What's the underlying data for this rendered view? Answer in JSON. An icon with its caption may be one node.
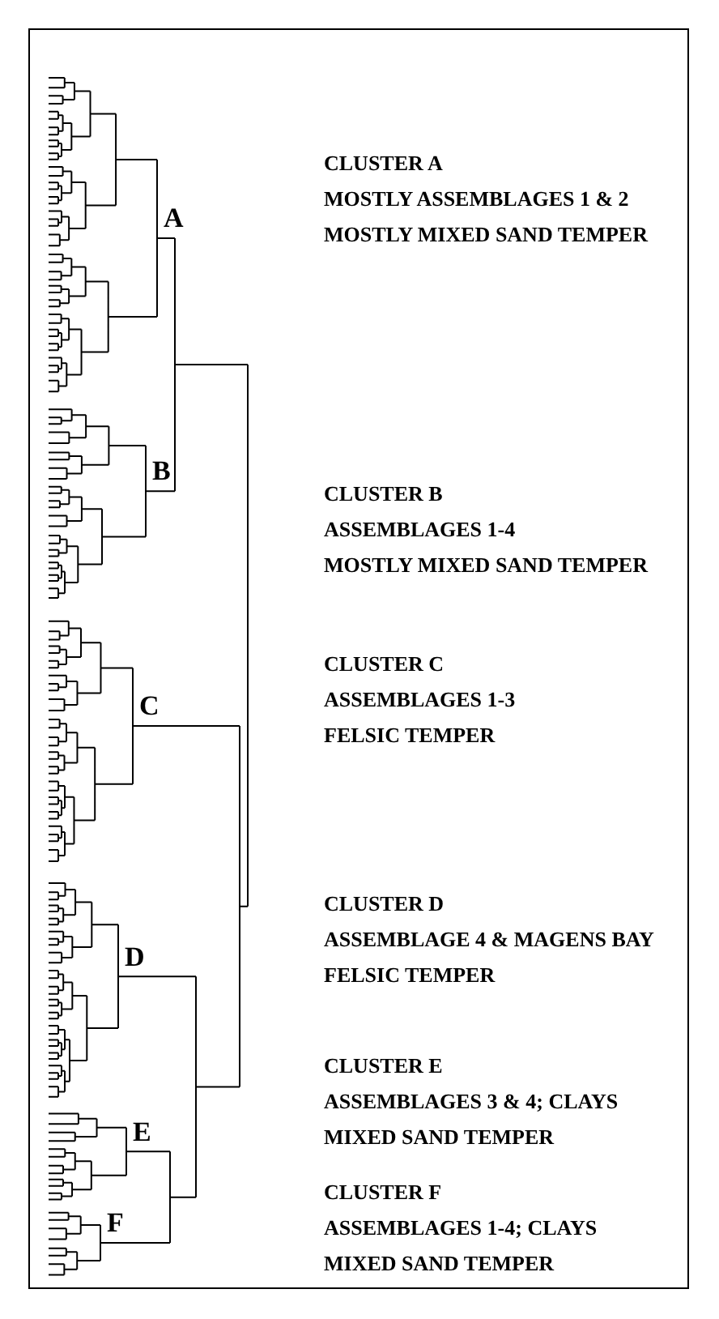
{
  "diagram": {
    "labels": [
      "A",
      "CLUSTER A",
      "MOSTLY ASSEMBLAGES 1 & 2",
      "MOSTLY MIXED SAND TEMPER",
      "B",
      "CLUSTER B",
      "ASSEMBLAGES 1-4",
      "MOSTLY MIXED SAND TEMPER",
      "C",
      "CLUSTER C",
      "ASSEMBLAGES 1-3",
      "FELSIC TEMPER",
      "D",
      "CLUSTER D",
      "ASSEMBLAGE 4 & MAGENS BAY",
      "FELSIC TEMPER",
      "E",
      "CLUSTER E",
      "ASSEMBLAGES 3 & 4; CLAYS",
      "MIXED SAND TEMPER",
      "F",
      "CLUSTER F",
      "ASSEMBLAGES 1-4; CLAYS",
      "MIXED SAND TEMPER"
    ]
  }
}
